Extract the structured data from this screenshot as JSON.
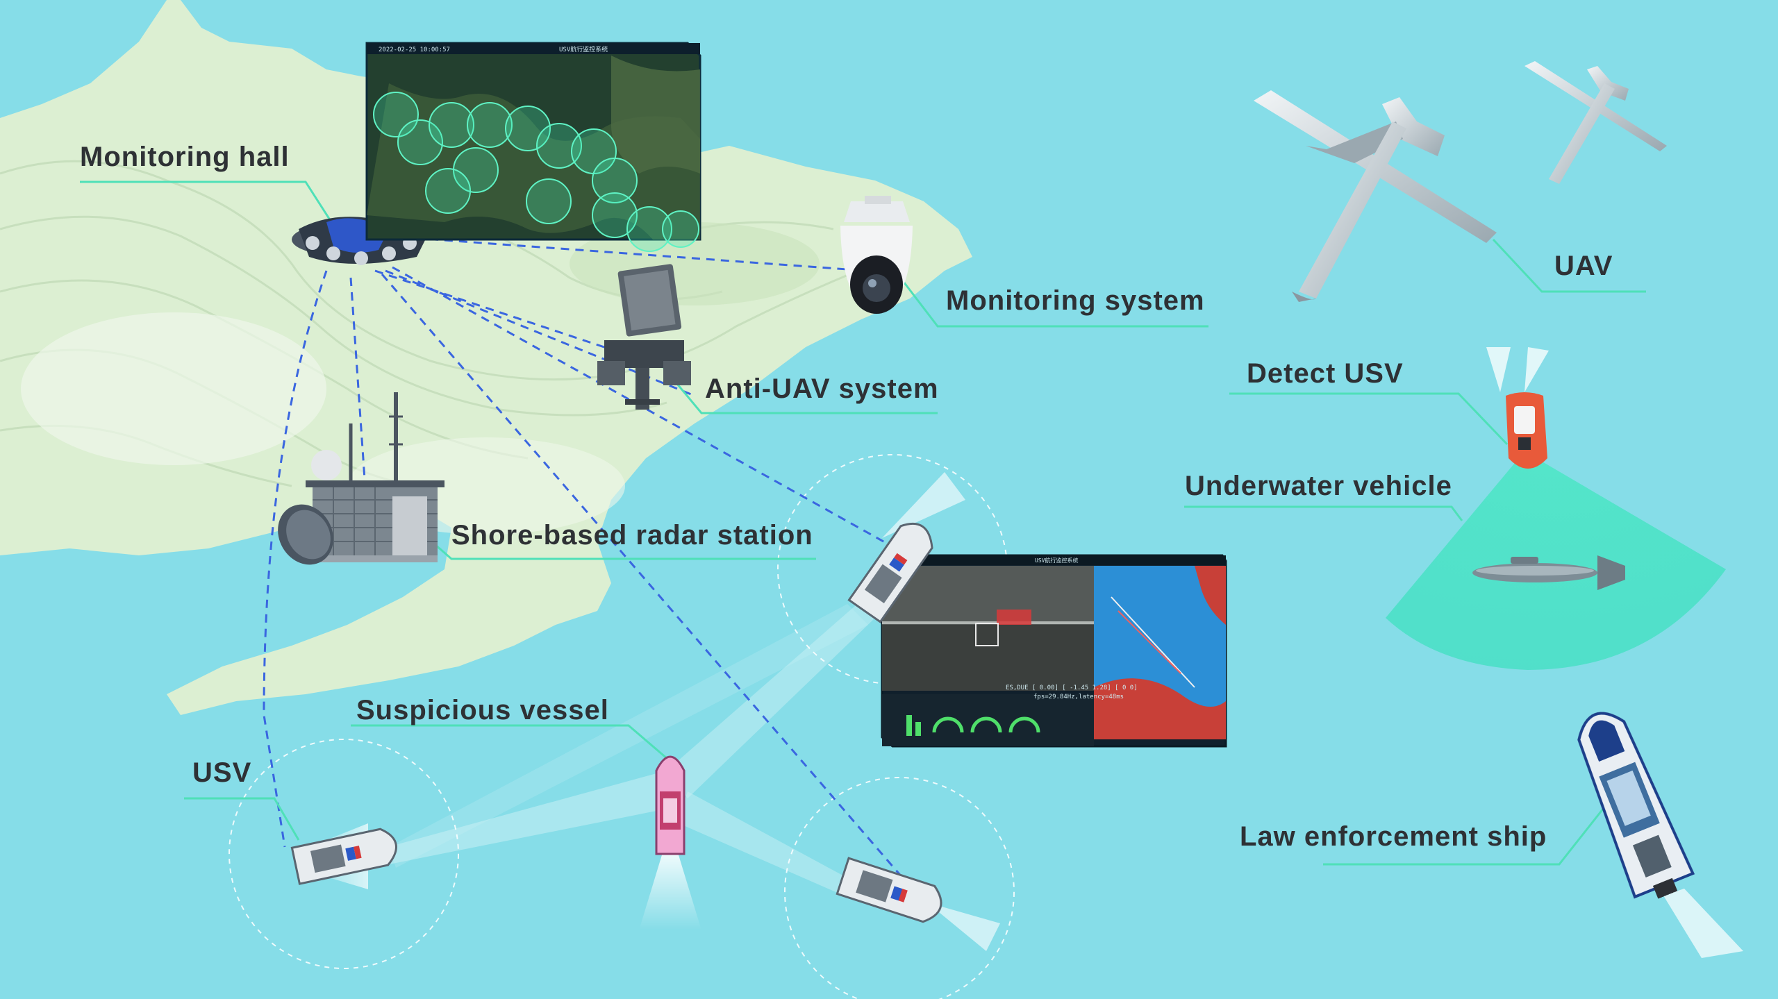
{
  "labels": {
    "monitoring_hall": "Monitoring hall",
    "monitoring_system": "Monitoring system",
    "anti_uav_system": "Anti-UAV system",
    "shore_radar": "Shore-based radar station",
    "uav": "UAV",
    "detect_usv": "Detect USV",
    "underwater_vehicle": "Underwater vehicle",
    "suspicious_vessel": "Suspicious vessel",
    "usv": "USV",
    "law_enforcement_ship": "Law enforcement ship"
  },
  "map_screen": {
    "timestamp": "2022-02-25 10:00:57",
    "title": "USV航行监控系统"
  },
  "camera_screen": {
    "title": "USV航行监控系统",
    "overlay_line1": "ES,DUE [ 0.00] [ -1.45 1.28] [ 0 0]",
    "overlay_line2": "fps=29.84Hz,latency=48ms"
  },
  "colors": {
    "sea": "#86dde8",
    "land": "#dcefd2",
    "link_blue": "#3a66e0",
    "callout": "#4fe0b8",
    "sonar": "#3fe0c0",
    "label_text": "#2e3135"
  }
}
